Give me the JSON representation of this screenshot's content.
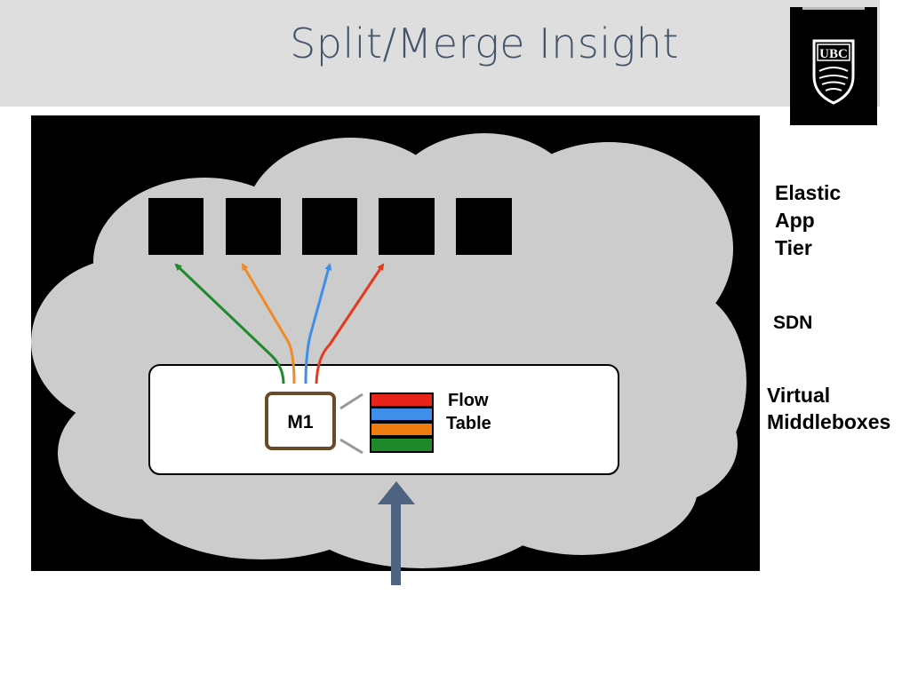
{
  "slide": {
    "title": "Split/Merge Insight"
  },
  "logo": {
    "text": "UBC"
  },
  "diagram": {
    "middlebox_label": "M1",
    "flow_table_label_line1": "Flow",
    "flow_table_label_line2": "Table",
    "flow_table_colors": [
      "#e8231a",
      "#3f8ee8",
      "#f07d10",
      "#1e8a2c"
    ],
    "arrow_colors": {
      "green": "#1e8a2c",
      "orange": "#f08a24",
      "blue": "#3f8ee8",
      "red": "#e23a1a",
      "input": "#4e6282"
    },
    "cloud_color": "#cccccc"
  },
  "labels": {
    "elastic_line1": "Elastic",
    "elastic_line2": "App",
    "elastic_line3": "Tier",
    "sdn": "SDN",
    "virtual_line1": "Virtual",
    "virtual_line2": "Middleboxes"
  }
}
